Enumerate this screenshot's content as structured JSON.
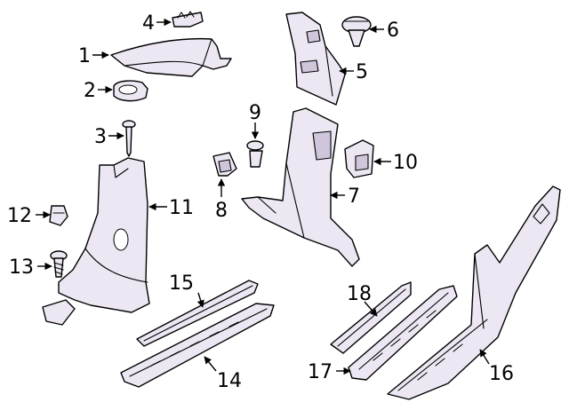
{
  "diagram": {
    "callouts": [
      {
        "id": "1",
        "label": "1"
      },
      {
        "id": "2",
        "label": "2"
      },
      {
        "id": "3",
        "label": "3"
      },
      {
        "id": "4",
        "label": "4"
      },
      {
        "id": "5",
        "label": "5"
      },
      {
        "id": "6",
        "label": "6"
      },
      {
        "id": "7",
        "label": "7"
      },
      {
        "id": "8",
        "label": "8"
      },
      {
        "id": "9",
        "label": "9"
      },
      {
        "id": "10",
        "label": "10"
      },
      {
        "id": "11",
        "label": "11"
      },
      {
        "id": "12",
        "label": "12"
      },
      {
        "id": "13",
        "label": "13"
      },
      {
        "id": "14",
        "label": "14"
      },
      {
        "id": "15",
        "label": "15"
      },
      {
        "id": "16",
        "label": "16"
      },
      {
        "id": "17",
        "label": "17"
      },
      {
        "id": "18",
        "label": "18"
      }
    ],
    "colors": {
      "part_fill": "#ece7f2",
      "part_shade": "#cfc6dc",
      "line": "#000000"
    }
  }
}
